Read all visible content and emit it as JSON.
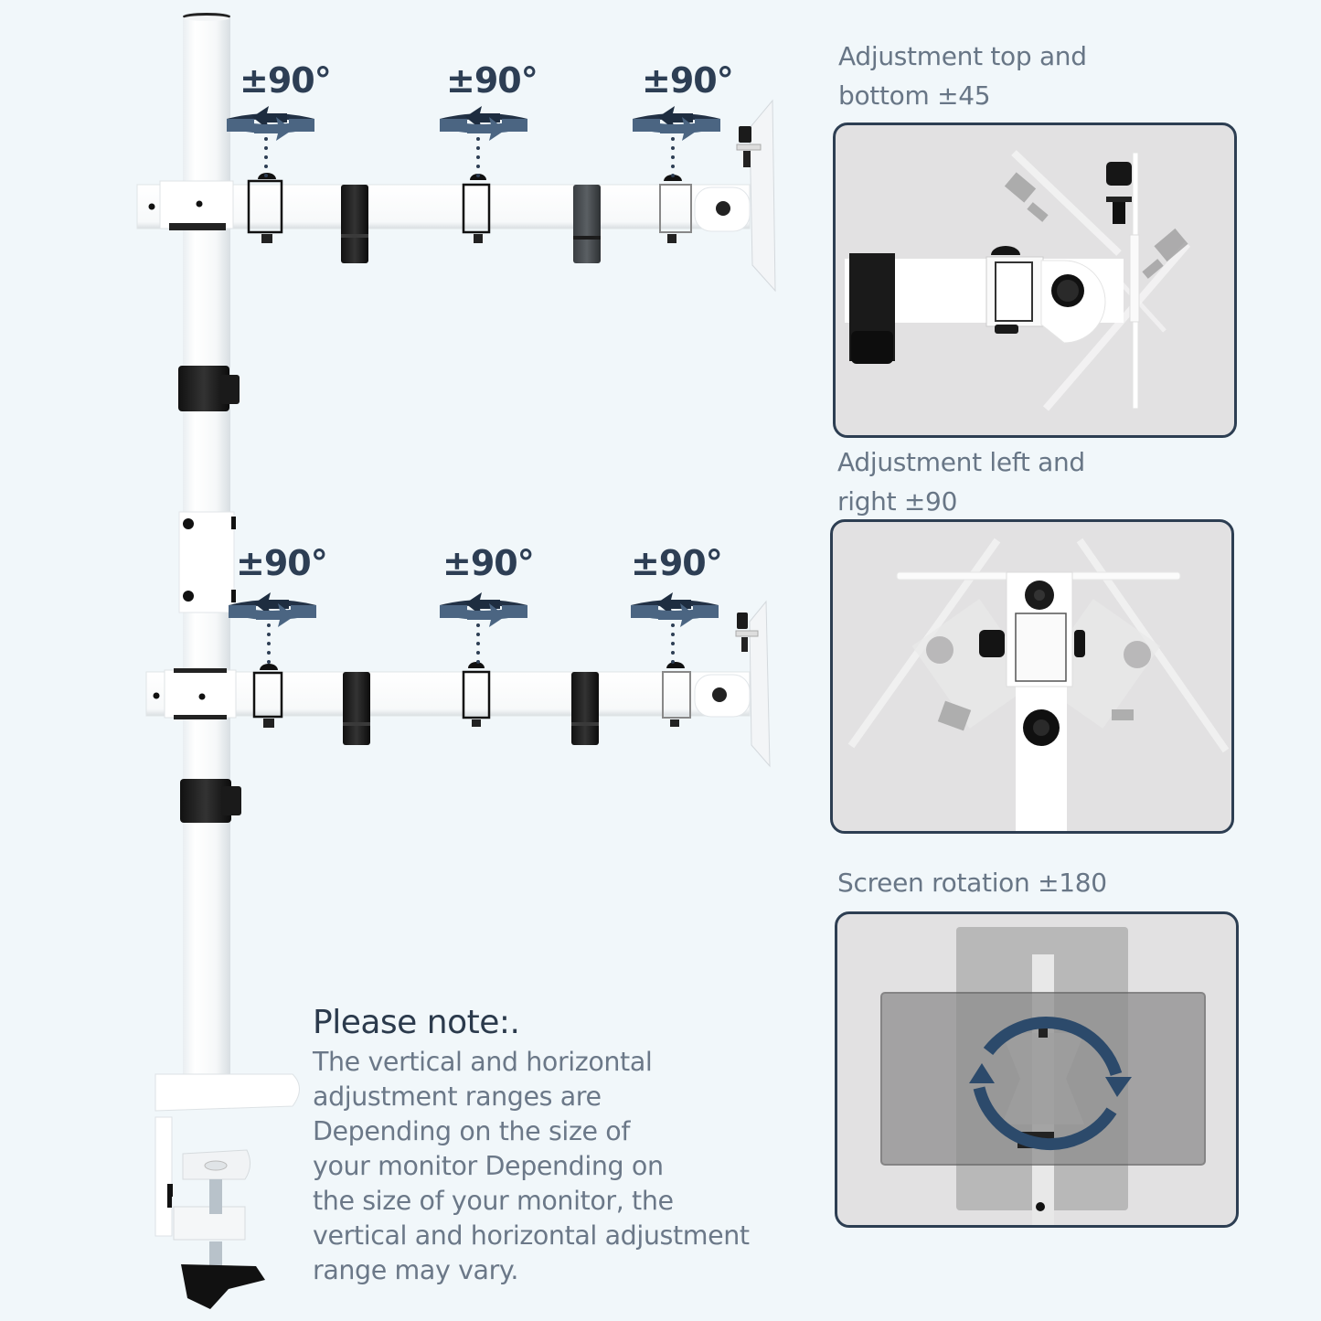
{
  "product_diagram": {
    "top_arm": {
      "rotation_labels": [
        "±90°",
        "±90°",
        "±90°"
      ]
    },
    "bottom_arm": {
      "rotation_labels": [
        "±90°",
        "±90°",
        "±90°"
      ]
    }
  },
  "panels": [
    {
      "title_lines": [
        "Adjustment top and",
        "bottom ±45"
      ],
      "illustration": "tilt-side-view"
    },
    {
      "title_lines": [
        "Adjustment left and",
        "right ±90"
      ],
      "illustration": "swivel-top-view"
    },
    {
      "title_lines": [
        "Screen rotation ±180"
      ],
      "illustration": "rotation-front-view"
    }
  ],
  "note": {
    "title": "Please note:.",
    "lines": [
      "The vertical and horizontal",
      "adjustment ranges are",
      "Depending on the size of",
      "your monitor Depending on",
      "the size of your monitor, the",
      "vertical and horizontal adjustment",
      "range may vary."
    ]
  },
  "colors": {
    "background": "#f1f7fa",
    "accent_navy": "#2d3e54",
    "arrow_blue": "#4b6582",
    "caption_gray": "#687686",
    "panel_bg": "#e2e1e2",
    "panel_border": "#2d3e52"
  }
}
